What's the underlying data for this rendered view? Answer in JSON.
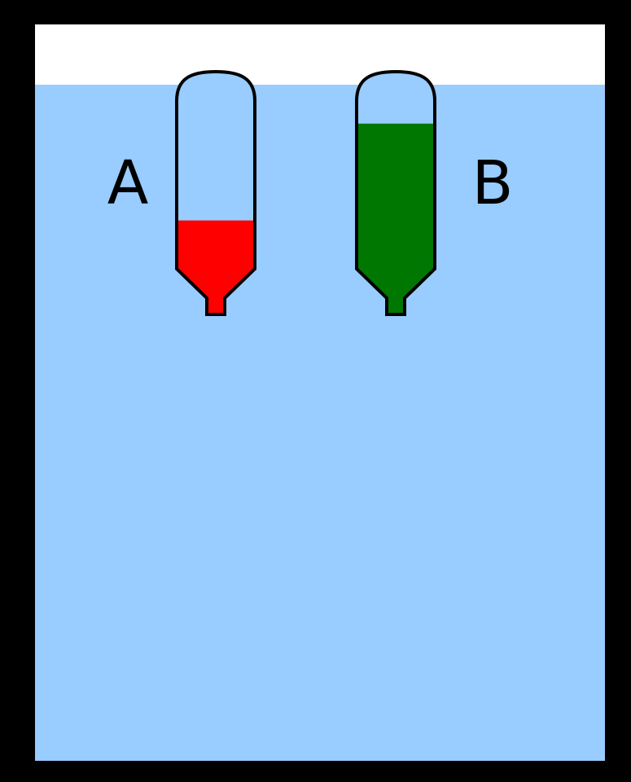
{
  "colors": {
    "frame": "#000000",
    "air": "#ffffff",
    "water": "#99ccff",
    "tube_a_liquid": "#ff0000",
    "tube_b_liquid": "#007700",
    "tube_wall": "#000000"
  },
  "tubes": [
    {
      "label": "A",
      "liquid_level_fraction": 0.25
    },
    {
      "label": "B",
      "liquid_level_fraction": 0.75
    }
  ]
}
